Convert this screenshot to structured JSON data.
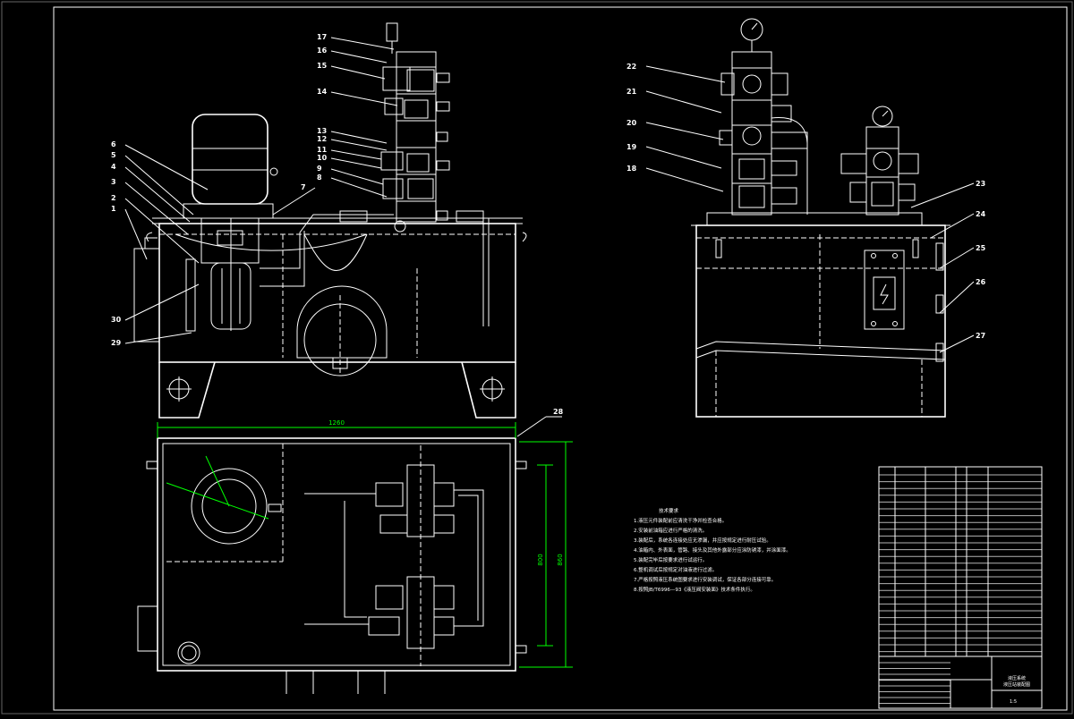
{
  "drawing": {
    "left_labels": [
      "17",
      "16",
      "15",
      "14",
      "13",
      "12",
      "11",
      "10",
      "9",
      "8",
      "7",
      "6",
      "5",
      "4",
      "3",
      "2",
      "1",
      "30",
      "29"
    ],
    "right_labels": [
      "22",
      "21",
      "20",
      "19",
      "18",
      "23",
      "24",
      "25",
      "26",
      "27"
    ],
    "plan_label": "28"
  },
  "dimensions": {
    "width": "1260",
    "depth_inner": "800",
    "depth_outer": "860"
  },
  "notes": {
    "title": "技术要求",
    "lines": [
      "1.液压元件装配前应清洗干净并检查合格。",
      "2.安装前油箱应进行严格的清洗。",
      "3.装配后，系统各连接处应无渗漏，并应按规定进行耐压试验。",
      "4.油箱内、外表面，管路、接头及其他外露部分应涂防锈漆，并涂面漆。",
      "5.装配完毕后按要求进行试运行。",
      "6.整机调试后按规定对油液进行过滤。",
      "7.严格按照液压系统图要求进行安装调试，保证各部分连接可靠。",
      "8.按照JB/T6996—93《液压阀安装面》技术条件执行。"
    ]
  },
  "titleblock": {
    "name_line1": "液压系统",
    "name_line2": "液压站装配图",
    "sheet": "1:5"
  }
}
